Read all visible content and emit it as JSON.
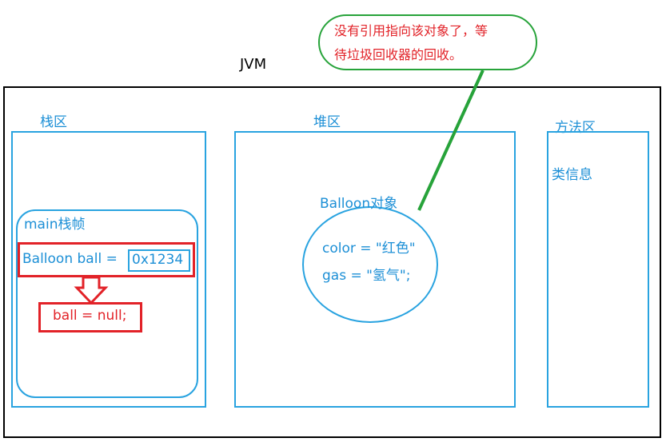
{
  "jvm": {
    "title": "JVM"
  },
  "stack": {
    "title": "栈区",
    "frame": {
      "title": "main栈帧",
      "declaration": "Balloon ball = ",
      "address": "0x1234",
      "assignment": "ball = null;"
    }
  },
  "heap": {
    "title": "堆区",
    "object": {
      "title": "Balloon对象",
      "fields": [
        "color = \"红色\"",
        "gas = \"氢气\";"
      ]
    }
  },
  "method_area": {
    "title": "方法区",
    "content": "类信息"
  },
  "note": {
    "line1": "没有引用指向该对象了，等",
    "line2": "待垃圾回收器的回收。"
  },
  "colors": {
    "border": "#29a3e0",
    "text_blue": "#1c8fd6",
    "highlight_red": "#e22228",
    "note_green": "#27a33a"
  }
}
